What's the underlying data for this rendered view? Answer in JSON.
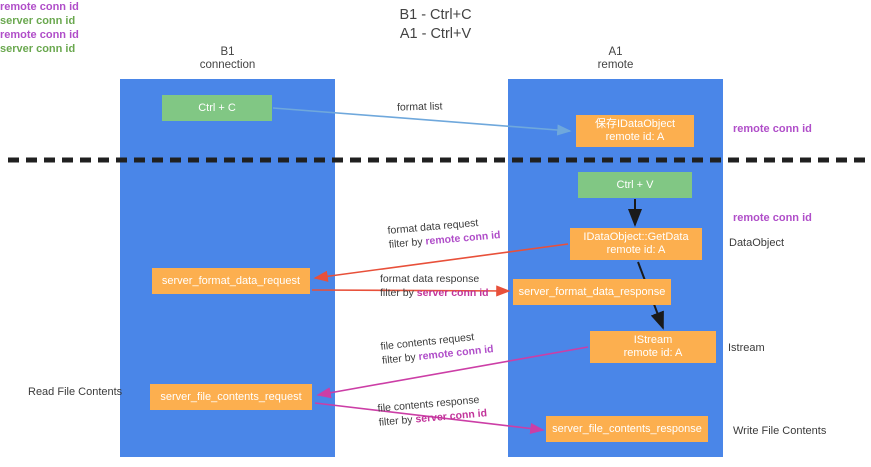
{
  "title": {
    "line1": "B1 - Ctrl+C",
    "line2": "A1 - Ctrl+V"
  },
  "lanes": [
    {
      "id": "b1",
      "name": "B1",
      "subtitle": "connection"
    },
    {
      "id": "a1",
      "name": "A1",
      "subtitle": "remote"
    }
  ],
  "boxes": {
    "ctrl_c": {
      "label": "Ctrl + C",
      "color": "#81c784"
    },
    "save_idataobject": {
      "line1": "保存IDataObject",
      "line2": "remote id: A",
      "color": "#fcaf4f"
    },
    "ctrl_v": {
      "label": "Ctrl + V",
      "color": "#81c784"
    },
    "getdata": {
      "line1": "IDataObject::GetData",
      "line2": "remote id: A",
      "color": "#fcaf4f"
    },
    "istream": {
      "line1": "IStream",
      "line2": "remote id: A",
      "color": "#fcaf4f"
    },
    "server_format_data_request": {
      "label": "server_format_data_request",
      "color": "#fcaf4f"
    },
    "server_format_data_response": {
      "label": "server_format_data_response",
      "color": "#fcaf4f"
    },
    "server_file_contents_request": {
      "label": "server_file_contents_request",
      "color": "#fcaf4f"
    },
    "server_file_contents_response": {
      "label": "server_file_contents_response",
      "color": "#fcaf4f"
    }
  },
  "edge_labels": {
    "format_list": {
      "text": "format list"
    },
    "format_data_request": {
      "line1": "format data request",
      "filter_prefix": "filter by ",
      "filter_key": "remote conn id"
    },
    "format_data_response": {
      "line1": "format data response",
      "filter_prefix": "filter by ",
      "filter_key": "server conn id"
    },
    "file_contents_request": {
      "line1": "file contents request",
      "filter_prefix": "filter by ",
      "filter_key": "remote conn id"
    },
    "file_contents_response": {
      "line1": "file contents response",
      "filter_prefix": "filter by ",
      "filter_key": "server conn id"
    }
  },
  "annotations": {
    "remote_conn_id_top": "remote conn id",
    "remote_conn_id_mid": "remote conn id",
    "dataobject": "DataObject",
    "istream": "Istream",
    "write_file_contents": "Write File Contents",
    "read_file_contents": "Read File Contents",
    "left_remote_conn_id_1": "remote conn id",
    "left_server_conn_id_1": "server conn id",
    "left_remote_conn_id_2": "remote conn id",
    "left_server_conn_id_2": "server conn id"
  },
  "colors": {
    "lane": "#4a86e8",
    "green_box": "#81c784",
    "orange_box": "#fcaf4f",
    "purple_text": "#b04ec9",
    "green_text": "#6aa84f",
    "magenta_text": "#c2349b",
    "arrow_light_blue": "#6fa8dc",
    "arrow_red": "#e8503a",
    "arrow_magenta": "#cc3ea6",
    "arrow_black": "#1a1a1a",
    "divider": "#202020",
    "background": "#ffffff"
  }
}
